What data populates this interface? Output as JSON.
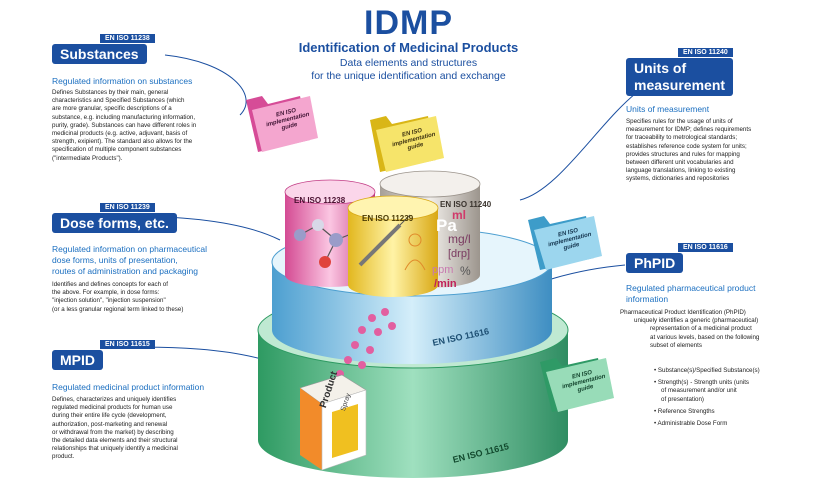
{
  "header": {
    "title": "IDMP",
    "subtitle": "Identification of Medicinal Products",
    "subtitle2_line1": "Data elements and structures",
    "subtitle2_line2": "for the unique identification and exchange"
  },
  "folder_label_line1": "EN ISO",
  "folder_label_line2": "implementation",
  "folder_label_line3": "guide",
  "sections": {
    "substances": {
      "iso": "EN ISO 11238",
      "title": "Substances",
      "heading": "Regulated information on substances",
      "body": [
        "Defines Substances by their main, general",
        "characteristics and Specified Substances (which",
        "are more granular, specific descriptions of a",
        "substance, e.g. including manufacturing information,",
        "purity, grade). Substances can have different roles in",
        "medicinal products (e.g. active, adjuvant, basis of",
        "strength, exipient). The standard also allows for the",
        "specification of multiple component substances",
        "(\"intermediate Products\")."
      ]
    },
    "dose_forms": {
      "iso": "EN ISO 11239",
      "title": "Dose forms, etc.",
      "heading": [
        "Regulated information on pharmaceutical",
        "dose forms, units of presentation,",
        "routes of administration and packaging"
      ],
      "body": [
        "Identifies and defines concepts for each of",
        "the above. For example, in dose forms:",
        "\"injection solution\", \"injection suspension\"",
        "(or a less granular regional term linked to these)"
      ]
    },
    "mpid": {
      "iso": "EN ISO 11615",
      "title": "MPID",
      "heading": "Regulated medicinal product information",
      "body": [
        "Defines, characterizes and uniquely identifies",
        "regulated medicinal products for human use",
        "during their entire life cycle (development,",
        "authorization, post-marketing and renewal",
        "or withdrawal from the market) by describing",
        "the detailed data elements and their structural",
        "relationships that uniquely identify a medicinal",
        "product."
      ]
    },
    "units": {
      "iso": "EN ISO 11240",
      "title_line1": "Units of",
      "title_line2": "measurement",
      "heading": "Units of measurement",
      "body": [
        "Specifies rules for the usage of units of",
        "measurement for IDMP; defines requirements",
        "for traceability to metrological standards;",
        "establishes reference code system for units;",
        "provides structures and rules for mapping",
        "between different unit vocabularies and",
        "language translations, linking to existing",
        "systems, dictionaries and repositories"
      ]
    },
    "phpid": {
      "iso": "EN ISO 11616",
      "title": "PhPID",
      "heading": [
        "Regulated pharmaceutical product",
        "information"
      ],
      "body": [
        "Pharmaceutical Product Identification (PhPID)",
        "uniquely identifies a generic (pharmaceutical)",
        "representation of a medicinal product",
        "at various levels, based on the following",
        "subset of elements"
      ],
      "bullets": [
        "Substance(s)/Specified Substance(s)",
        "Strength(s) - Strength units (units",
        "of measurement and/or unit",
        "of presentation)",
        "Reference Strengths",
        "Administrable Dose Form"
      ]
    }
  },
  "cylinders": {
    "c11238": "EN ISO 11238",
    "c11239": "EN ISO 11239",
    "c11240": "EN ISO 11240",
    "c11616": "EN ISO 11616",
    "c11615": "EN ISO 11615"
  },
  "units_art": [
    "ml",
    "Pa",
    "mg/l",
    "[drp]",
    "%",
    "ppm",
    "/min"
  ],
  "product_box": {
    "line1": "Product",
    "line2": "Spray"
  },
  "colors": {
    "blue": "#1b4fa0",
    "green": "#3fae7a",
    "lightblue": "#7ec6e8",
    "pink": "#e25fa0",
    "yellow": "#f0d84a",
    "grey": "#c8c2bb"
  }
}
